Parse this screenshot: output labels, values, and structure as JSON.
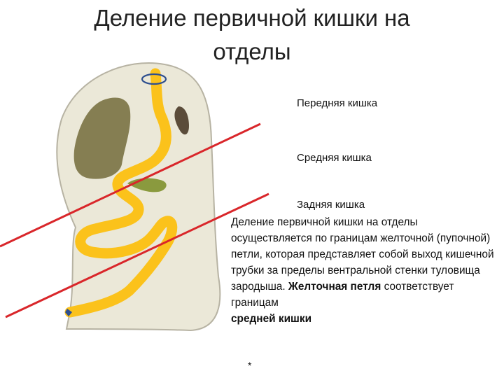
{
  "title": {
    "line1": "Деление  первичной кишки на",
    "line2": "отделы"
  },
  "labels": {
    "foregut": "Передняя кишка",
    "midgut": "Средняя кишка",
    "hindgut": "Задняя кишка"
  },
  "description": {
    "text": "Деление  первичной кишки на отделы осуществляется по границам желточной (пупочной) петли, которая представляет собой выход  кишечной трубки за пределы вентральной стенки туловища зародыша.",
    "bold_term": "Желточная петля",
    "tail_plain": " соответствует границам",
    "tail_bold": "средней кишки"
  },
  "footnote": "*",
  "colors": {
    "body": "#ebe8d8",
    "body_outline": "#b7b3a3",
    "gut": "#fbc21b",
    "liver": "#857e52",
    "dark_organ": "#5b4c3a",
    "green_organ": "#8a9a3e",
    "boundary_line": "#d9262a",
    "ring": "#2e4f8f"
  }
}
